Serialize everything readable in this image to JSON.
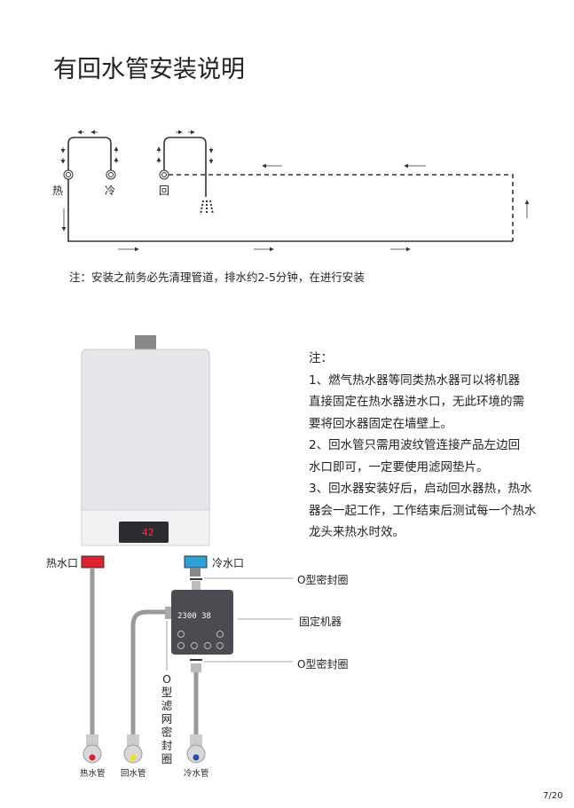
{
  "title": "有回水管安装说明",
  "diagram": {
    "hot": "热",
    "cold": "冷",
    "return": "回"
  },
  "note": "注：安装之前务必先清理管道，排水约2-5分钟，在进行安装",
  "description": {
    "heading": "注：",
    "lines": [
      "1、燃气热水器等同类热水器可以将机器",
      "直接固定在热水器进水口，无此环境的需",
      "要将回水器固定在墙壁上。",
      "2、回水管只需用波纹管连接产品左边回",
      "水口即可，一定要使用滤网垫片。",
      "3、回水器安装好后，启动回水器热，热水",
      "器会一起工作，工作结束后测试每一个热水",
      "龙头来热水时效。"
    ]
  },
  "heater": {
    "display": "42",
    "device_display": "2300 38"
  },
  "labels": {
    "hot_outlet": "热水口",
    "cold_inlet": "冷水口",
    "o_ring_top": "O型密封圈",
    "fixed_machine": "固定机器",
    "o_ring_bottom": "O型密封圈",
    "filter_seal": "O型滤网密封圈",
    "hot_pipe": "热水管",
    "return_pipe": "回水管",
    "cold_pipe": "冷水管"
  },
  "colors": {
    "hot": "#e0202a",
    "cold": "#2aa0dc",
    "return_valve": "#f0e020",
    "cold_valve": "#2050b0"
  },
  "page": "7/20"
}
